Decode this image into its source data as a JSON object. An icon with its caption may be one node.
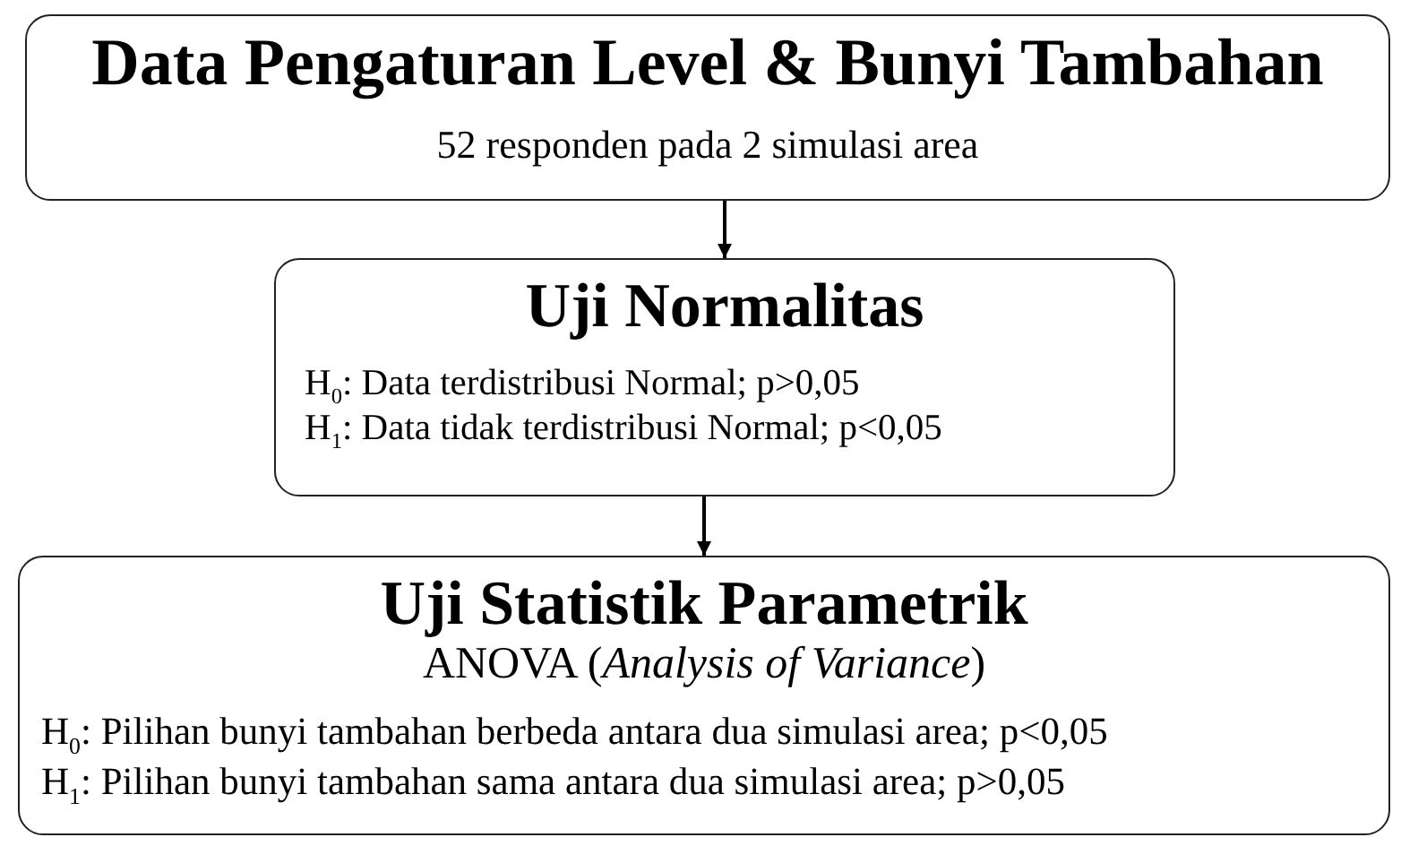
{
  "diagram": {
    "nodes": [
      {
        "text": [
          "Data Pengaturan Level & Bunyi Tambahan",
          "52 responden pada 2 simulasi area"
        ]
      },
      {
        "text": [
          "Uji Normalitas",
          "H$_{0}$: Data terdistribusi Normal; p>0,05",
          "H$_{1}$: Data tidak terdistribusi Normal; p<0,05"
        ]
      },
      {
        "text": [
          "Uji Statistik Parametrik",
          "ANOVA (*Analysis of Variance*)",
          "H$_{0}$: Pilihan bunyi tambahan berbeda antara dua simulasi area; p<0,05",
          "H$_{1}$: Pilihan bunyi tambahan sama antara dua simulasi area; p>0,05"
        ]
      }
    ],
    "edges": [
      {
        "from": 0,
        "to": 1,
        "arrow": "to"
      },
      {
        "from": 1,
        "to": 2,
        "arrow": "to"
      }
    ]
  }
}
